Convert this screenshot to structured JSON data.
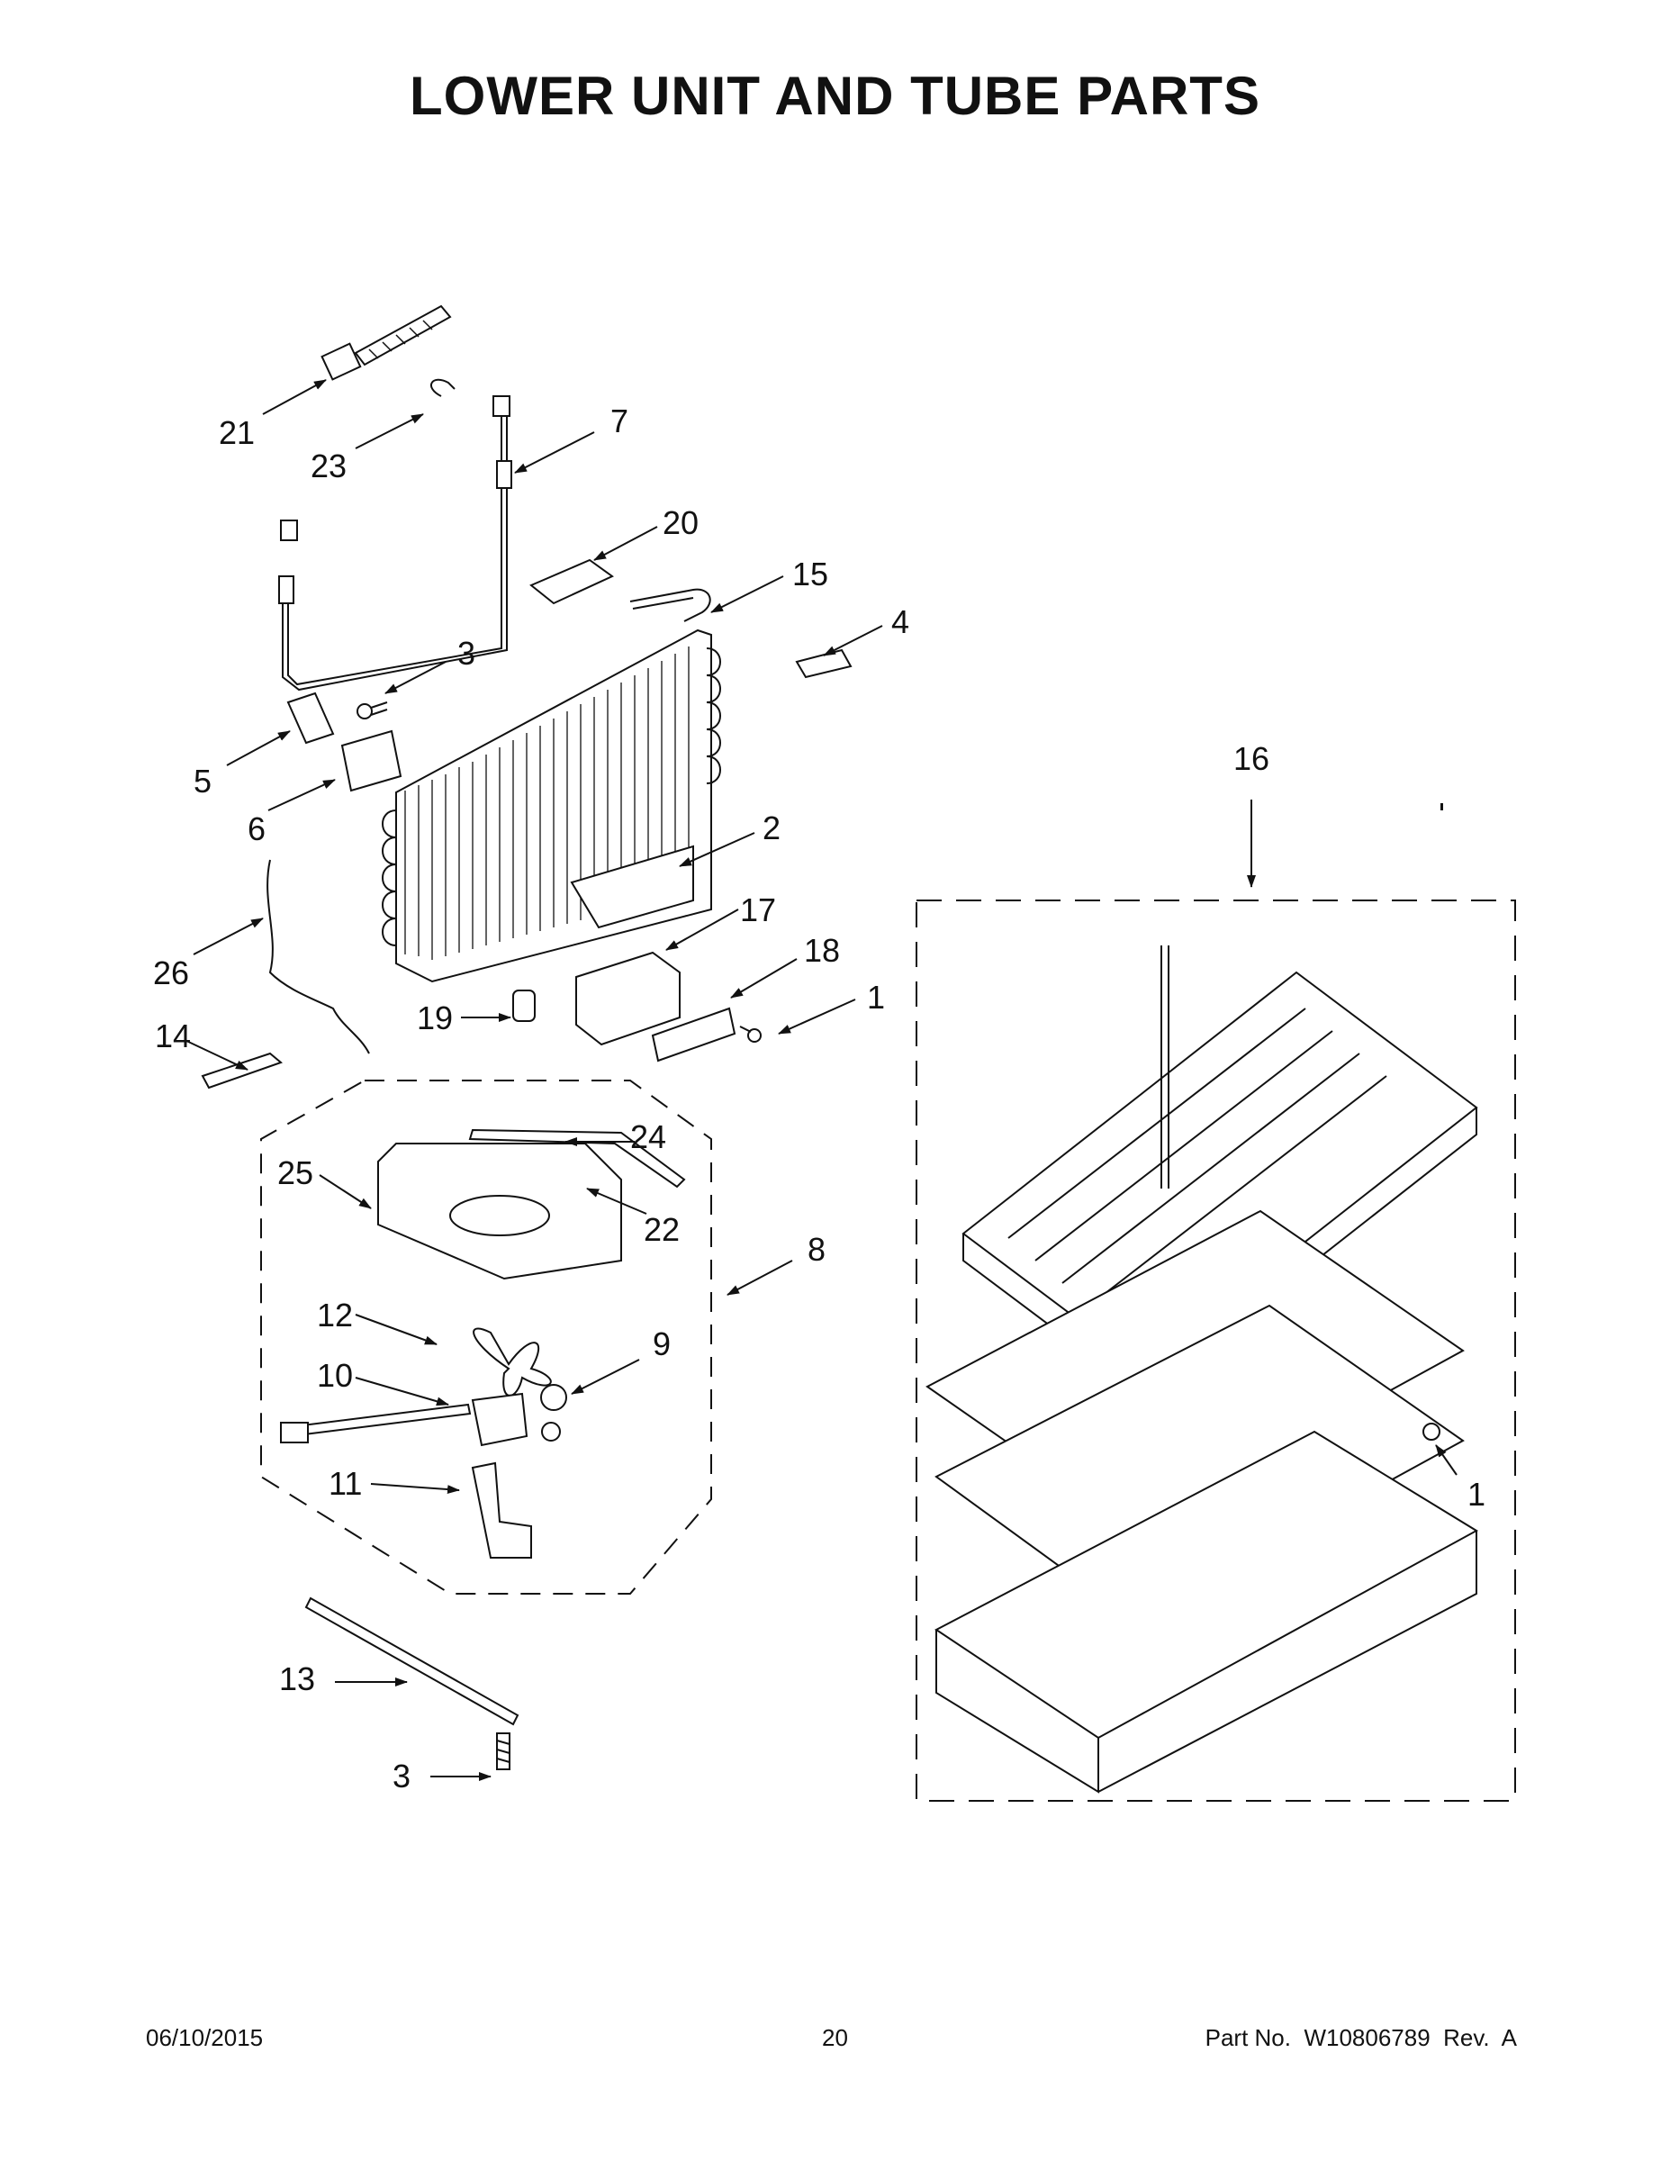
{
  "title": "LOWER UNIT AND TUBE PARTS",
  "footer": {
    "date": "06/10/2015",
    "page": "20",
    "part_no": "Part No.  W10806789  Rev.  A"
  },
  "callouts": [
    {
      "id": "c21",
      "label": "21"
    },
    {
      "id": "c23",
      "label": "23"
    },
    {
      "id": "c7",
      "label": "7"
    },
    {
      "id": "c20",
      "label": "20"
    },
    {
      "id": "c15",
      "label": "15"
    },
    {
      "id": "c4",
      "label": "4"
    },
    {
      "id": "c3a",
      "label": "3"
    },
    {
      "id": "c5",
      "label": "5"
    },
    {
      "id": "c6",
      "label": "6"
    },
    {
      "id": "c2",
      "label": "2"
    },
    {
      "id": "c17",
      "label": "17"
    },
    {
      "id": "c18",
      "label": "18"
    },
    {
      "id": "c1a",
      "label": "1"
    },
    {
      "id": "c19",
      "label": "19"
    },
    {
      "id": "c26",
      "label": "26"
    },
    {
      "id": "c14",
      "label": "14"
    },
    {
      "id": "c24",
      "label": "24"
    },
    {
      "id": "c25",
      "label": "25"
    },
    {
      "id": "c22",
      "label": "22"
    },
    {
      "id": "c8",
      "label": "8"
    },
    {
      "id": "c12",
      "label": "12"
    },
    {
      "id": "c9",
      "label": "9"
    },
    {
      "id": "c10",
      "label": "10"
    },
    {
      "id": "c11",
      "label": "11"
    },
    {
      "id": "c13",
      "label": "13"
    },
    {
      "id": "c3b",
      "label": "3"
    },
    {
      "id": "c16",
      "label": "16"
    },
    {
      "id": "c1b",
      "label": "1"
    }
  ]
}
